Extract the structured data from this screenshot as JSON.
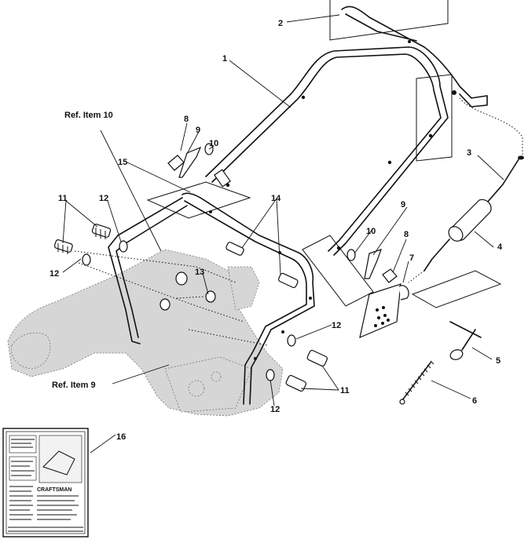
{
  "callouts": {
    "c1": "1",
    "c2": "2",
    "c3": "3",
    "c4": "4",
    "c5": "5",
    "c6": "6",
    "c7": "7",
    "c8a": "8",
    "c8b": "8",
    "c9a": "9",
    "c9b": "9",
    "c10a": "10",
    "c10b": "10",
    "c11a": "11",
    "c11b": "11",
    "c12a": "12",
    "c12b": "12",
    "c12c": "12",
    "c12d": "12",
    "c13": "13",
    "c14": "14",
    "c15": "15",
    "c16": "16"
  },
  "references": {
    "item10": "Ref. Item 10",
    "item9": "Ref. Item 9"
  },
  "label_card": {
    "brand": "CRAFTSMAN"
  }
}
